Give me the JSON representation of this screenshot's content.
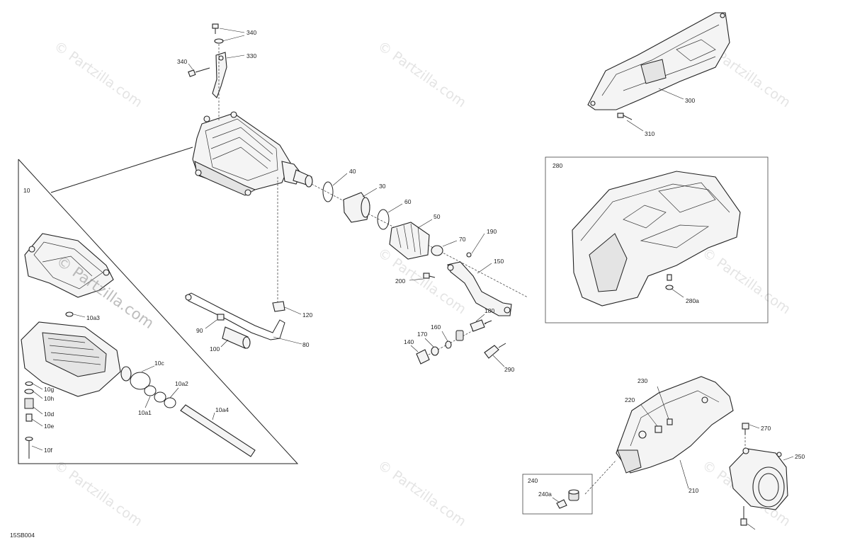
{
  "diagram": {
    "code": "15SB004",
    "watermark": "© Partzilla.com",
    "labels": {
      "p10": "10",
      "p10a1": "10a1",
      "p10a2": "10a2",
      "p10a3": "10a3",
      "p10a4": "10a4",
      "p10c": "10c",
      "p10d": "10d",
      "p10e": "10e",
      "p10f": "10f",
      "p10g": "10g",
      "p10h": "10h",
      "p30": "30",
      "p40": "40",
      "p50": "50",
      "p60": "60",
      "p70": "70",
      "p80": "80",
      "p90": "90",
      "p100": "100",
      "p120": "120",
      "p140": "140",
      "p150": "150",
      "p160": "160",
      "p170": "170",
      "p180": "180",
      "p190": "190",
      "p200": "200",
      "p210": "210",
      "p220": "220",
      "p230": "230",
      "p240": "240",
      "p240a": "240a",
      "p250": "250",
      "p270": "270",
      "p280": "280",
      "p280a": "280a",
      "p290": "290",
      "p300": "300",
      "p310": "310",
      "p330": "330",
      "p340a": "340",
      "p340b": "340"
    }
  }
}
